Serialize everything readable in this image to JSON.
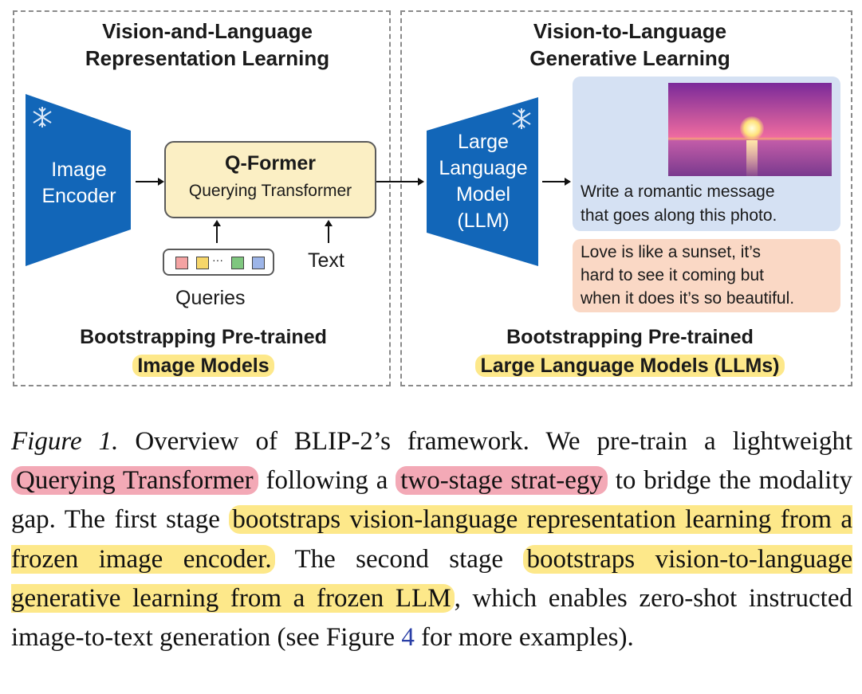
{
  "left_panel": {
    "title_line1": "Vision-and-Language",
    "title_line2": "Representation Learning",
    "image_encoder_line1": "Image",
    "image_encoder_line2": "Encoder",
    "qformer_title": "Q-Former",
    "qformer_subtitle": "Querying Transformer",
    "queries_label": "Queries",
    "text_label": "Text",
    "bootstrap_line1": "Bootstrapping Pre-trained",
    "bootstrap_line2": "Image Models",
    "query_token_colors": [
      "#f4a3a3",
      "#f6d66a",
      "#7fc77f",
      "#9db5e8"
    ],
    "query_ellipsis": "···"
  },
  "right_panel": {
    "title_line1": "Vision-to-Language",
    "title_line2": "Generative Learning",
    "llm_line1": "Large",
    "llm_line2": "Language",
    "llm_line3": "Model",
    "llm_line4": "(LLM)",
    "prompt_line1": "Write a romantic message",
    "prompt_line2": "that goes along this photo.",
    "answer_line1": "Love is like a sunset, it’s",
    "answer_line2": "hard to see it coming but",
    "answer_line3": "when it does it’s so beautiful.",
    "bootstrap_line1": "Bootstrapping Pre-trained",
    "bootstrap_line2": "Large Language Models (LLMs)"
  },
  "colors": {
    "encoder_blue": "#1266b8",
    "highlight_yellow": "#fde88a",
    "highlight_pink": "#f3a9b6",
    "qformer_fill": "#fbefc4"
  },
  "caption": {
    "fig_label": "Figure 1.",
    "t1": " Overview of BLIP-2’s framework. We pre-train a lightweight ",
    "hl1": "Querying Transformer",
    "t2": " following a ",
    "hl2": "two-stage strat-egy",
    "t3": " to bridge the modality gap. The first stage ",
    "hl3": "bootstraps vision-language representation learning from a frozen image encoder.",
    "t4": " The second stage ",
    "hl4": "bootstraps vision-to-language generative learning from a frozen LLM",
    "t5": ", which enables zero-shot instructed image-to-text generation (see Figure ",
    "fig_ref": "4",
    "t6": " for more examples)."
  }
}
